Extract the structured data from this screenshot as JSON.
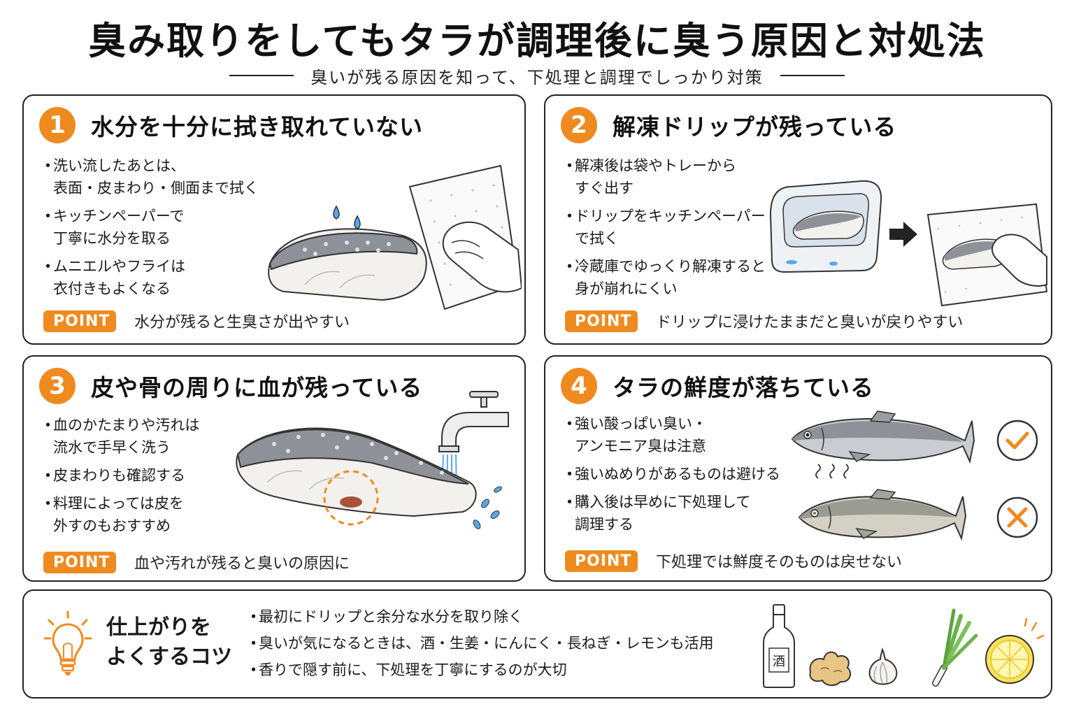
{
  "header": {
    "title": "臭み取りをしてもタラが調理後に臭う原因と対処法",
    "subtitle": "臭いが残る原因を知って、下処理と調理でしっかり対策"
  },
  "cards": [
    {
      "number": "1",
      "title": "水分を十分に拭き取れていない",
      "bullets": [
        "洗い流したあとは、\n表面・皮まわり・側面まで拭く",
        "キッチンペーパーで\n丁寧に水分を取る",
        "ムニエルやフライは\n衣付きもよくなる"
      ],
      "point_label": "POINT",
      "point_text": "水分が残ると生臭さが出やすい"
    },
    {
      "number": "2",
      "title": "解凍ドリップが残っている",
      "bullets": [
        "解凍後は袋やトレーから\nすぐ出す",
        "ドリップをキッチンペーパー\nで拭く",
        "冷蔵庫でゆっくり解凍すると\n身が崩れにくい"
      ],
      "point_label": "POINT",
      "point_text": "ドリップに浸けたままだと臭いが戻りやすい"
    },
    {
      "number": "3",
      "title": "皮や骨の周りに血が残っている",
      "bullets": [
        "血のかたまりや汚れは\n流水で手早く洗う",
        "皮まわりも確認する",
        "料理によっては皮を\n外すのもおすすめ"
      ],
      "point_label": "POINT",
      "point_text": "血や汚れが残ると臭いの原因に"
    },
    {
      "number": "4",
      "title": "タラの鮮度が落ちている",
      "bullets": [
        "強い酸っぱい臭い・\nアンモニア臭は注意",
        "強いぬめりがあるものは避ける",
        "購入後は早めに下処理して\n調理する"
      ],
      "point_label": "POINT",
      "point_text": "下処理では鮮度そのものは戻せない"
    }
  ],
  "tips": {
    "title": "仕上がりを\nよくするコツ",
    "items": [
      "最初にドリップと余分な水分を取り除く",
      "臭いが気になるときは、酒・生姜・にんにく・長ねぎ・レモンも活用",
      "香りで隠す前に、下処理を丁寧にするのが大切"
    ],
    "sake_label": "酒"
  },
  "colors": {
    "accent": "#ef8a1f",
    "border": "#222222",
    "fish_skin": "#9a9ea3",
    "water": "#5aa9e6"
  },
  "icons": [
    "lightbulb-icon",
    "check-icon",
    "cross-icon",
    "sake-bottle-icon",
    "ginger-icon",
    "garlic-icon",
    "green-onion-icon",
    "lemon-icon"
  ]
}
